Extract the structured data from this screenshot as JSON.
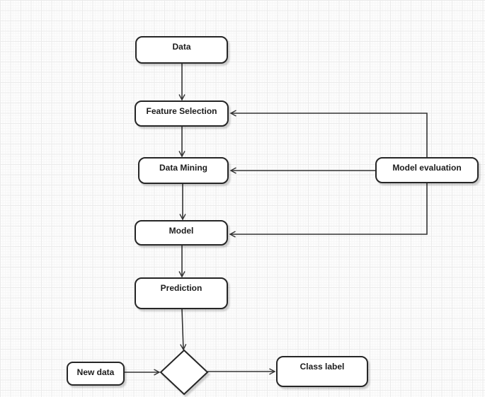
{
  "diagram": {
    "type": "flowchart",
    "background_style": "graph-paper-grid",
    "nodes": {
      "data": {
        "label": "Data",
        "shape": "rounded-rect"
      },
      "feature_selection": {
        "label": "Feature Selection",
        "shape": "rounded-rect"
      },
      "data_mining": {
        "label": "Data Mining",
        "shape": "rounded-rect"
      },
      "model": {
        "label": "Model",
        "shape": "rounded-rect"
      },
      "prediction": {
        "label": "Prediction",
        "shape": "rounded-rect"
      },
      "model_evaluation": {
        "label": "Model evaluation",
        "shape": "rounded-rect"
      },
      "new_data": {
        "label": "New data",
        "shape": "rounded-rect"
      },
      "class_label": {
        "label": "Class label",
        "shape": "rounded-rect"
      },
      "decision": {
        "label": "",
        "shape": "diamond"
      }
    },
    "edges": [
      {
        "from": "data",
        "to": "feature_selection",
        "arrow": true
      },
      {
        "from": "feature_selection",
        "to": "data_mining",
        "arrow": true
      },
      {
        "from": "data_mining",
        "to": "model",
        "arrow": true
      },
      {
        "from": "model",
        "to": "prediction",
        "arrow": true
      },
      {
        "from": "prediction",
        "to": "decision",
        "arrow": true
      },
      {
        "from": "new_data",
        "to": "decision",
        "arrow": true
      },
      {
        "from": "decision",
        "to": "class_label",
        "arrow": true
      },
      {
        "from": "model_evaluation",
        "to": "data_mining",
        "arrow": true
      },
      {
        "from": "model_evaluation",
        "to": "feature_selection",
        "arrow": true,
        "route": "via-top"
      },
      {
        "from": "model_evaluation",
        "to": "model",
        "arrow": true,
        "route": "via-bottom"
      }
    ],
    "colors": {
      "node_fill": "#ffffff",
      "node_border": "#262626",
      "connector": "#333333",
      "text": "#1c1c1c",
      "grid_major": "#ebebeb",
      "grid_minor": "#f6f6f6",
      "background": "#fdfdfd"
    }
  }
}
